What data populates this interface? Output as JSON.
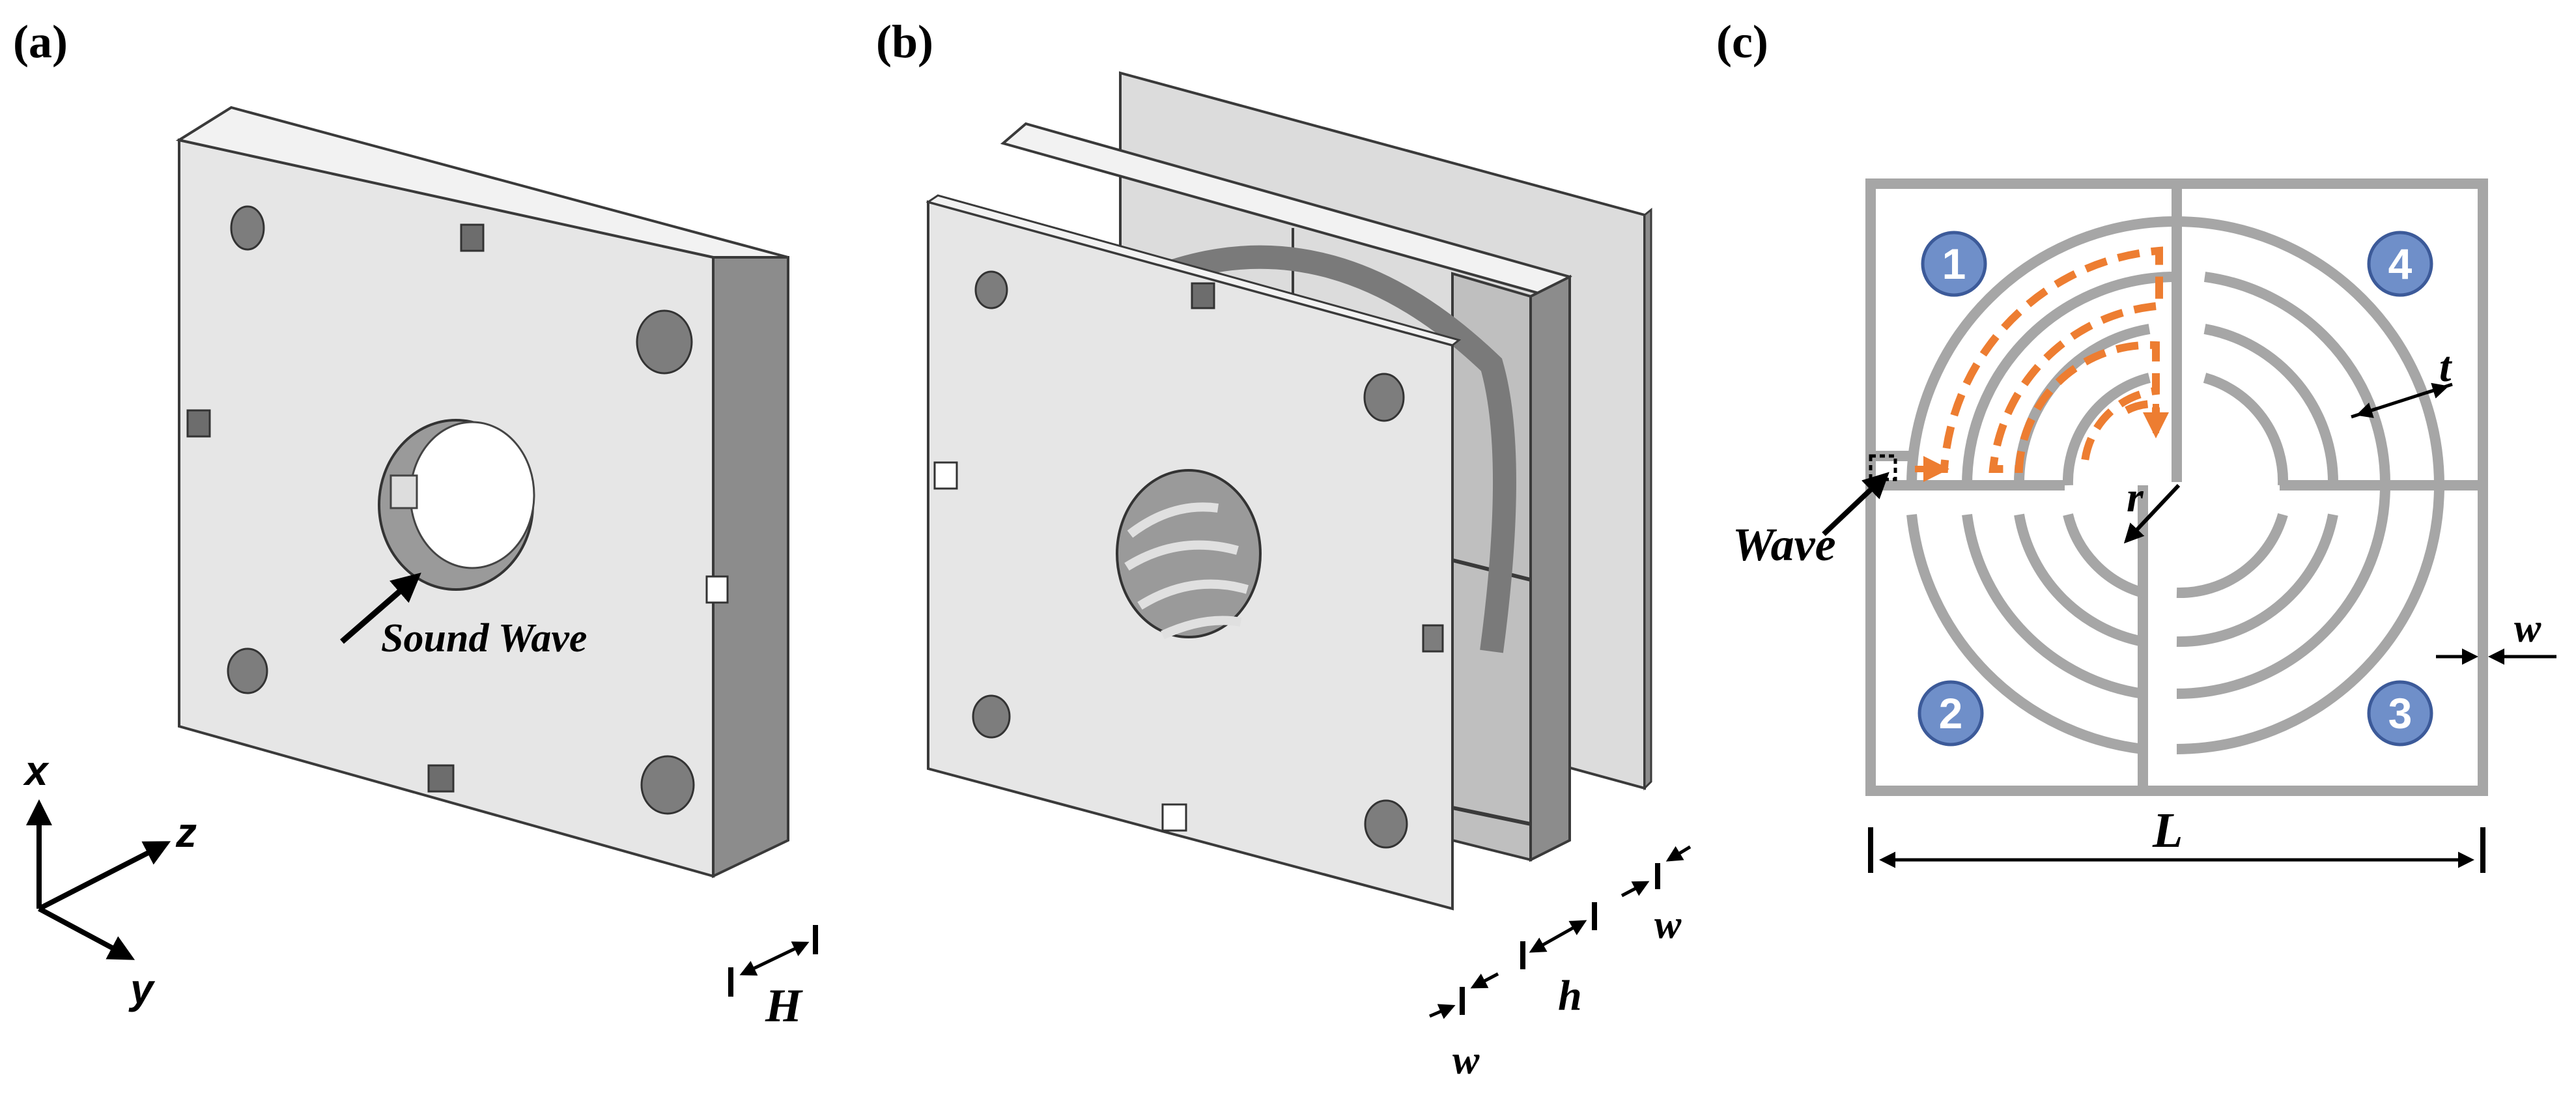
{
  "panels": {
    "a": {
      "label": "(a)",
      "annotation": "Sound Wave",
      "dimension": "H"
    },
    "b": {
      "label": "(b)",
      "dim_w_front": "w",
      "dim_h": "h",
      "dim_w_back": "w"
    },
    "c": {
      "label": "(c)",
      "wave_label": "Wave",
      "dim_t": "t",
      "dim_r": "r",
      "dim_w": "w",
      "dim_L": "L",
      "quadrants": [
        "1",
        "2",
        "3",
        "4"
      ]
    }
  },
  "axes": {
    "x": "x",
    "y": "y",
    "z": "z"
  },
  "colors": {
    "plate_face": "#e6e6e6",
    "plate_side": "#8c8c8c",
    "plate_top": "#f2f2f2",
    "edge": "#3a3a3a",
    "maze_wall": "#a6a6a6",
    "badge_fill": "#6f8fc9",
    "badge_stroke": "#3c5a99",
    "flow_arrow": "#ed7d31"
  }
}
